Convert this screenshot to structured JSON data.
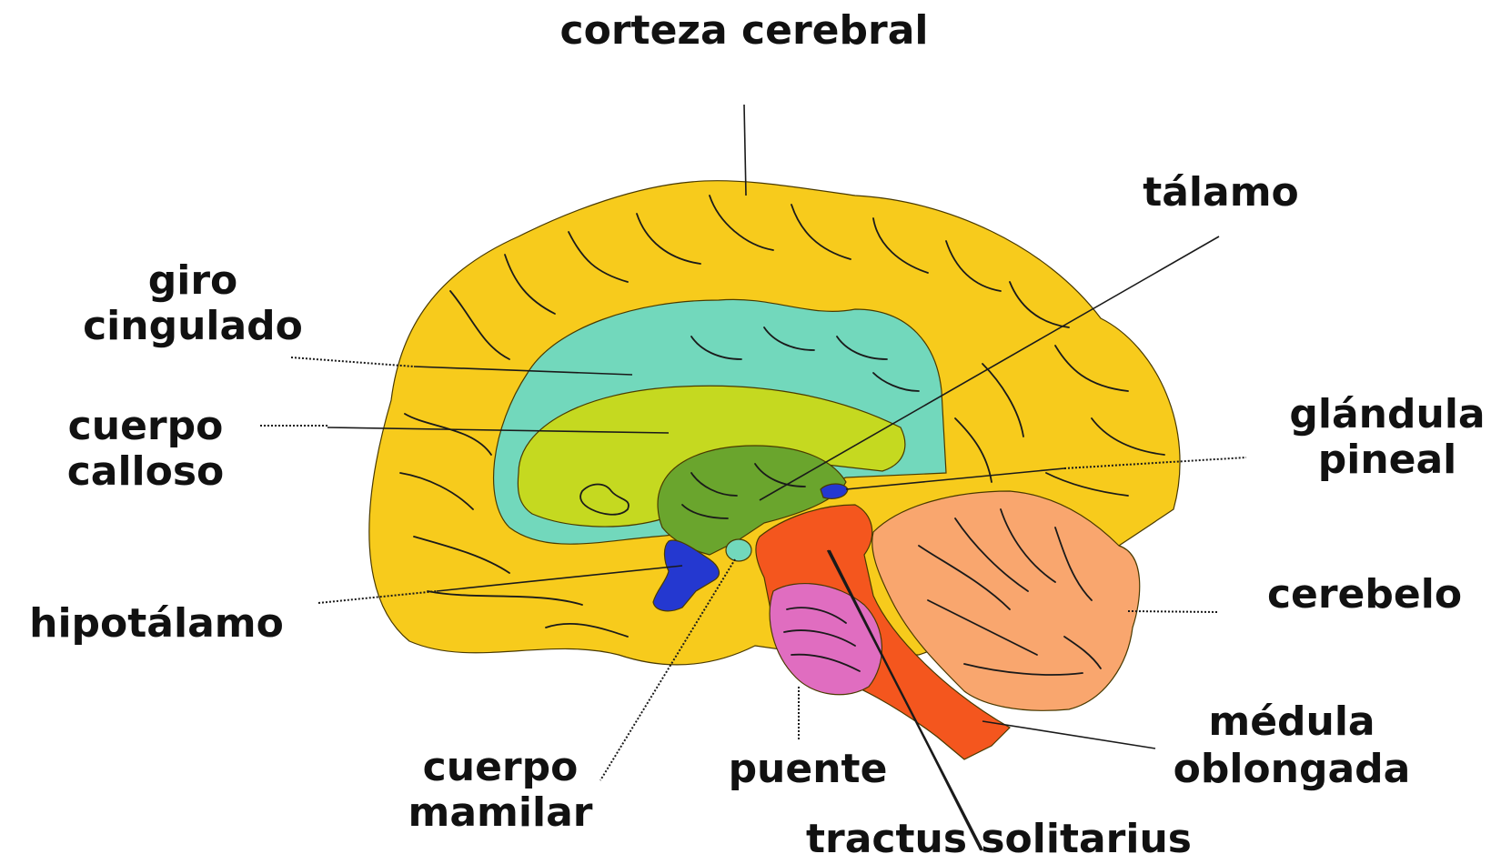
{
  "labels": {
    "corteza": "corteza cerebral",
    "talamo": "tálamo",
    "giro_1": "giro",
    "giro_2": "cingulado",
    "cuerpo_calloso_1": "cuerpo",
    "cuerpo_calloso_2": "calloso",
    "glandula_1": "glándula",
    "glandula_2": "pineal",
    "hipotalamo": "hipotálamo",
    "cerebelo": "cerebelo",
    "medula_1": "médula",
    "medula_2": "oblongada",
    "cuerpo_mamilar_1": "cuerpo",
    "cuerpo_mamilar_2": "mamilar",
    "puente": "puente",
    "tractus": "tractus solitarius"
  },
  "colors": {
    "cortex": "#F7CB1C",
    "cingulate": "#72D8BC",
    "corpus_callosum": "#C5D920",
    "thalamus": "#6AA52D",
    "hypothalamus": "#2438D0",
    "pineal": "#2438D0",
    "mammillary": "#72D8BC",
    "brainstem": "#F4561E",
    "pons": "#E06DC0",
    "cerebellum": "#F9A66E"
  }
}
